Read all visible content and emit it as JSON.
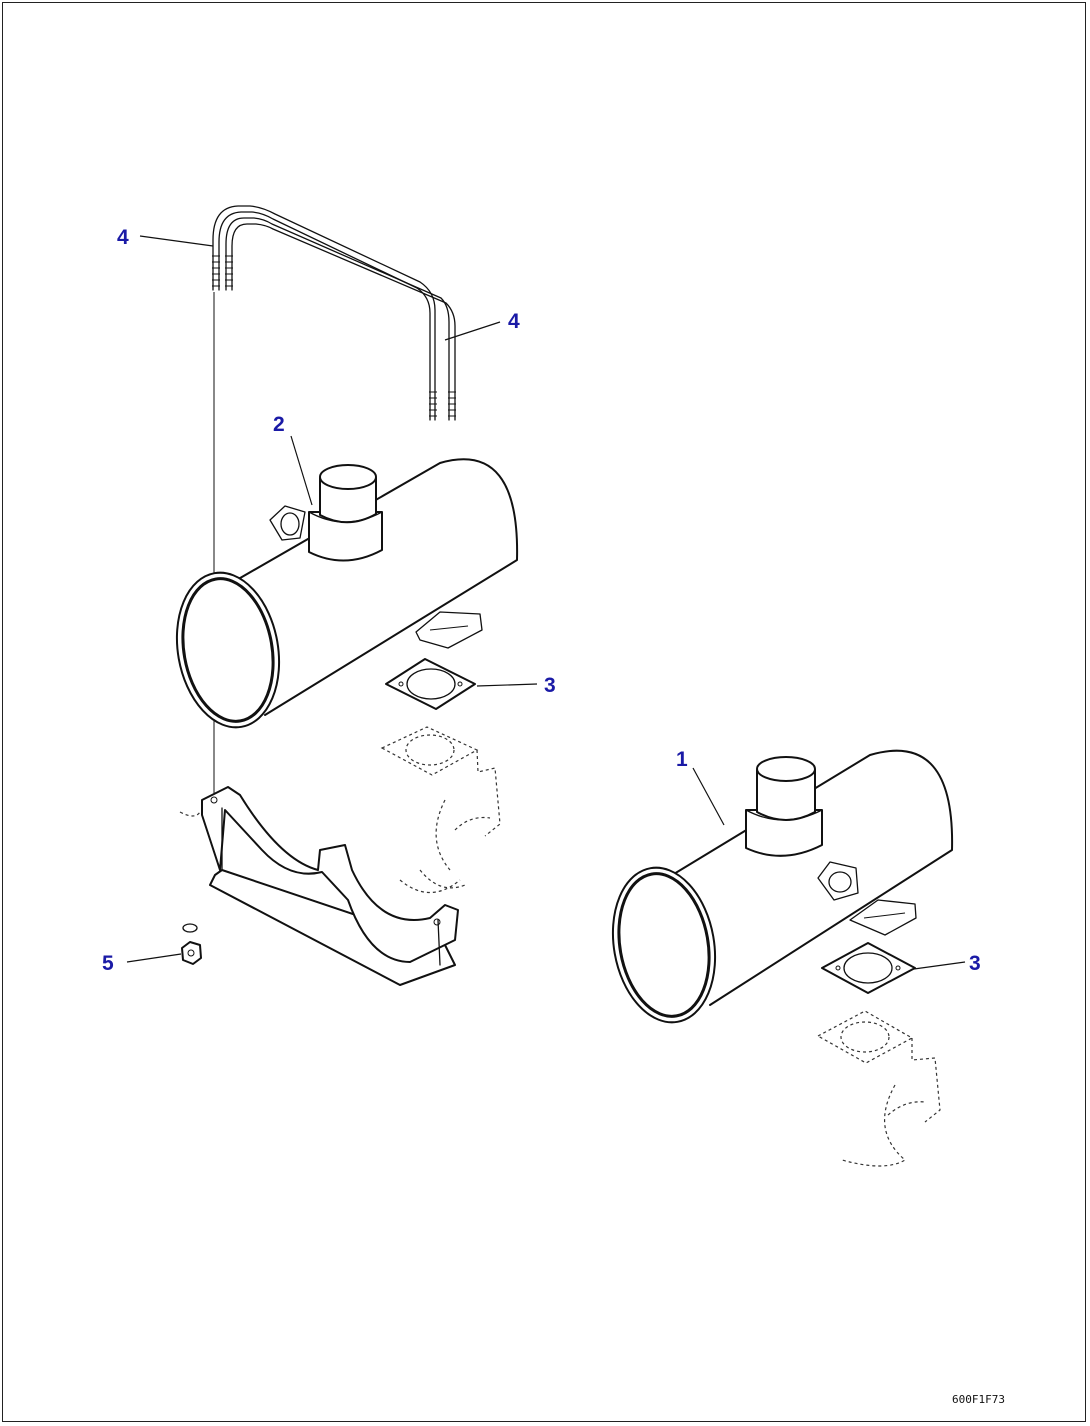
{
  "callout_color": "#1a1aa6",
  "callouts": {
    "part_1": "1",
    "part_2": "2",
    "part_3_upper": "3",
    "part_3_lower": "3",
    "part_4_left": "4",
    "part_4_right": "4",
    "part_5": "5"
  },
  "drawing_ref": "600F1F73"
}
